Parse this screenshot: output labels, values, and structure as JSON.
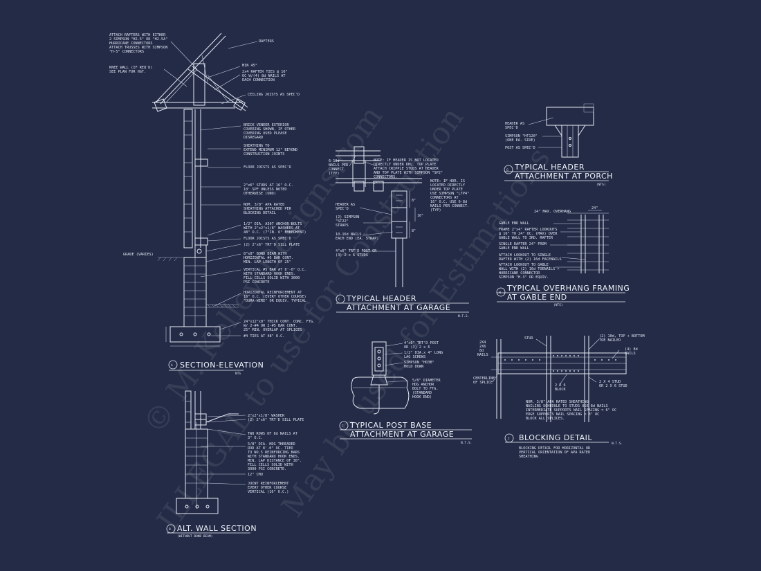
{
  "watermarks": [
    "© M. Kelley Designs.com",
    "ILLEGAL to use for Construction",
    "May be used for Estimations"
  ],
  "detailA": {
    "letter": "A",
    "title": "SECTION-ELEVATION",
    "nts": "NTS",
    "notes": [
      "ATTACH RAFTERS WITH EITHER",
      "2 SIMPSON \"H2.5\" OR \"H2.5A\"",
      "HURRICANE CONNECTORS",
      "ATTACH TRUSSES WITH SIMPSON",
      "\"H-5\" CONNECTORS",
      "KNEE WALL (IF REQ'D)",
      "SEE PLAN FOR HGT.",
      "RAFTERS",
      "MIN 45°",
      "2x4 RAFTER TIES @ 16\"",
      "OC W/(4) 8d NAILS AT",
      "EACH CONNECTION",
      "CEILING JOISTS AS SPEC'D",
      "BRICK VENEER EXTERIOR",
      "COVERING SHOWN, IF OTHER",
      "COVERING USED PLEASE",
      "DISREGARD",
      "SHEATHING TO",
      "EXTEND MINIMUM 12\" BEYOND",
      "CONSTRUCTION JOINTS",
      "FLOOR JOISTS AS SPEC'D",
      "2\"x6\" STUDS AT 16\" O.C.",
      "10' SPF UNLESS NOTED",
      "OTHERWISE (UNO)",
      "NOM. 3/8\" APA RATED",
      "SHEATHING ATTACHED PER",
      "BLOCKING DETAIL",
      "1/2\" DIA. A307 ANCHOR BOLTS",
      "WITH 2\"x2\"x1/8\" WASHERS AT",
      "48\" O.C. (7\"IN. 6\" EMBEDMENT)",
      "FLOOR JOISTS AS SPEC'D",
      "(2) 2\"x6\" TRT'D SILL PLATE",
      "GRADE (VARIES)",
      "8\"x8\" BOND BEAM WITH",
      "HORIZONTAL #5 BAR CONT.",
      "MIN. LAP LENGTH OF 25\"",
      "VERTICAL #5 BAR AT 8'-0\" O.C.",
      "WITH STANDARD HOOK ENDS.",
      "FILL CELLS SOLID WITH 3000",
      "PSI CONCRETE",
      "HORIZONTAL REINFORCEMENT AT",
      "16\" O.C. (EVERY OTHER COURSE)",
      "\"DURA-WIRE\" OR EQUIV. TYPICAL",
      "24\"x12\"x8\" THICK CONT. CONC. FTG.",
      "W/ 2-#4 OR 2-#5 BAR CONT.",
      "25\" MIN. OVERLAP AT SPLICES",
      "#4 TIES AT 48\" O.C."
    ]
  },
  "detailB": {
    "letter": "B",
    "title": "ALT. WALL SECTION",
    "subtitle": "(WITHOUT BOND BEAM)",
    "notes": [
      "2\"x2\"x1/8\" WASHER",
      "(2) 2\"x6\" TRT'D SILL PLATE",
      "TWO ROWS OF 8d NAILS AT",
      "3\" O.C.",
      "5/8\" DIA. HDG THREADED",
      "ROD AT 8'-0\" OC. TIED",
      "TO NO.5 REINFORCING BARS",
      "WITH STANDARD HOOK ENDS.",
      "MIN. LAP DISTANCE OF 30\".",
      "FILL CELLS SOLID WITH",
      "3000 PSI CONCRETE.",
      "12\" CMU",
      "JOINT REINFORCEMENT",
      "EVERY OTHER COURSE",
      "VERTICAL (16\" O.C.)"
    ]
  },
  "detailC": {
    "letter": "C",
    "title1": "TYPICAL HEADER",
    "title2": "ATTACHMENT AT GARAGE",
    "nts": "N.T.S.",
    "notes": [
      "6-10d",
      "NAILS PER",
      "CONNECT.",
      "(TYP)",
      "NOTE: IF HEADER IS NOT LOCATED",
      "DIRECTLY UNDER DBL. TOP PLATE",
      "ATTACH CRIPPLE STUDS AT HEADER",
      "AND TOP PLATE WITH SIMPSON \"SP2\"",
      "CONNECTORS.",
      "NOTE: IF HDR. IS",
      "LOCATED DIRECTLY",
      "UNDER TOP PLATE",
      "USE SIMPSON \"LTP4\"",
      "CONNECTORS AT",
      "16\" O.C. USE 6-8d",
      "NAILS PER CONNECT.",
      "(TYP)",
      "HEADER AS",
      "SPEC'D",
      "(2) SIMPSON",
      "\"ST22\"",
      "STRAPS",
      "10-16d NAILS",
      "EACH END (EA. STRAP)",
      "4\"x6\" TRT'D POST OR",
      "(3) 2 x 6 STUDS",
      "8\"",
      "16\"",
      "8\""
    ]
  },
  "detailF": {
    "letter": "F",
    "title1": "TYPICAL POST BASE",
    "title2": "ATTACHMENT AT GARAGE",
    "nts": "N.T.S.",
    "notes": [
      "4\"x6\" TRT'D POST",
      "OR (3) 2 x 6",
      "1/2\" DIA.x 4\" LONG",
      "LAG SCREWS",
      "SIMPSON \"HD3B\"",
      "HOLD DOWN",
      "5/8\" DIAMETER",
      "HDG ANCHOR",
      "BOLT TO FTG.",
      "(STANDARD",
      "HOOK END)"
    ]
  },
  "detailG": {
    "letter": "G",
    "title1": "TYPICAL HEADER",
    "title2": "ATTACHMENT AT PORCH",
    "nts": "(NTS)",
    "notes": [
      "HEADER AS",
      "SPEC'D",
      "SIMPSON \"HT120\"",
      "(ONE EA. SIDE)",
      "POST AS SPEC'D"
    ]
  },
  "detailH": {
    "letter": "H",
    "title1": "TYPICAL OVERHANG FRAMING",
    "title2": "AT GABLE END",
    "nts": "(NTS)",
    "notes": [
      "24\" MAX. OVERHANG",
      "24\"",
      "GABLE END WALL",
      "FRAME 2\"x4\" RAFTER LOOKOUTS",
      "@ 16\" TO 24\" OC. (MAX) OVER",
      "GABLE WALL TO 3RD. RAFTER",
      "SINGLE RAFTER 24\" FROM",
      "GABLE END WALL",
      "ATTACH LOOKOUT TO SINGLE",
      "RAFTER WITH (2) 16d FACENAILS",
      "ATTACH LOOKOUT TO GABLE",
      "WALL WITH (2) 16d TOENAILS +",
      "HURRICANE CONNECTOR",
      "SIMPSON \"H-3\" OR EQUIV."
    ]
  },
  "detailI": {
    "letter": "I",
    "title": "BLOCKING DETAIL",
    "nts": "N.T.S.",
    "notes": [
      "2X4",
      "2X6",
      "8d",
      "NAILS",
      "STUD",
      "(2) 10d, TOP + BOTTOM",
      "TOE NAILED",
      "(4) 8d",
      "NAILS",
      "CENTERLINE",
      "OF SPLICE",
      "2 X 6",
      "BLOCK",
      "2 X 4 STUD",
      "OR 2 X 6 STUD",
      "NOM. 3/8\" APA RATED SHEATHING",
      "NAILING SCHEDULE TO STUDS USE 8d NAILS",
      "INTERMEDIATE SUPPORTS NAIL SPACING = 6\" OC",
      "EDGE SUPPORTS NAIL SPACING = 3\" OC",
      "BLOCK ALL SPLICES.",
      "BLOCKING DETAIL FOR HORIZONTAL OR",
      "VERTICAL ORIENTATION OF APA RATED",
      "SHEATHING"
    ]
  }
}
